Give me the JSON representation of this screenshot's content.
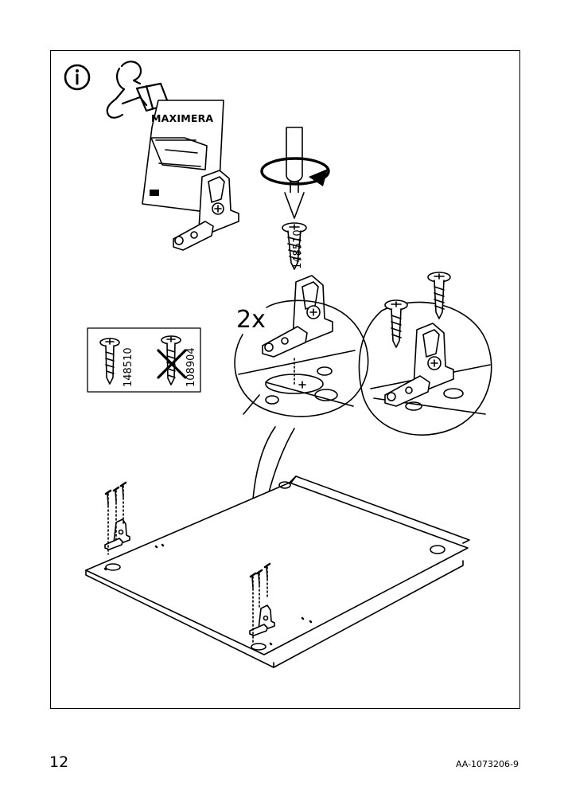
{
  "page": {
    "number": "12",
    "doc_code": "AA-1073206-9"
  },
  "info": {
    "icon": "info-icon",
    "booklet_icon": "reading-person-icon",
    "booklet_title": "MAXIMERA"
  },
  "step": {
    "quantity": "2x",
    "screw_code": "148510",
    "screw_codes": {
      "correct": "148510",
      "wrong": "108904"
    }
  },
  "colors": {
    "line": "#000000",
    "background": "#ffffff"
  }
}
